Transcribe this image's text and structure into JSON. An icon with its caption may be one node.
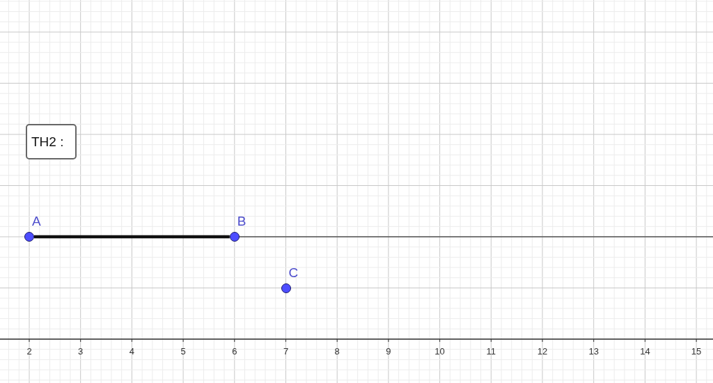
{
  "diagram": {
    "nodes": [
      {
        "text": [
          "TH2 :"
        ]
      },
      {
        "text": [],
        "shape": "circle",
        "beside": [
          "A"
        ]
      },
      {
        "text": [],
        "shape": "circle",
        "beside": [
          "B"
        ]
      },
      {
        "text": [],
        "shape": "circle",
        "beside": [
          "C"
        ]
      }
    ],
    "edges": [
      {
        "from": 1,
        "to": 2,
        "arrow": "none",
        "style": "thick"
      },
      {
        "from": 2,
        "to": null,
        "arrow": "none"
      }
    ],
    "labels": [
      "2",
      "3",
      "4",
      "5",
      "6",
      "7",
      "8",
      "9",
      "10",
      "11",
      "12",
      "13",
      "14",
      "15"
    ]
  }
}
